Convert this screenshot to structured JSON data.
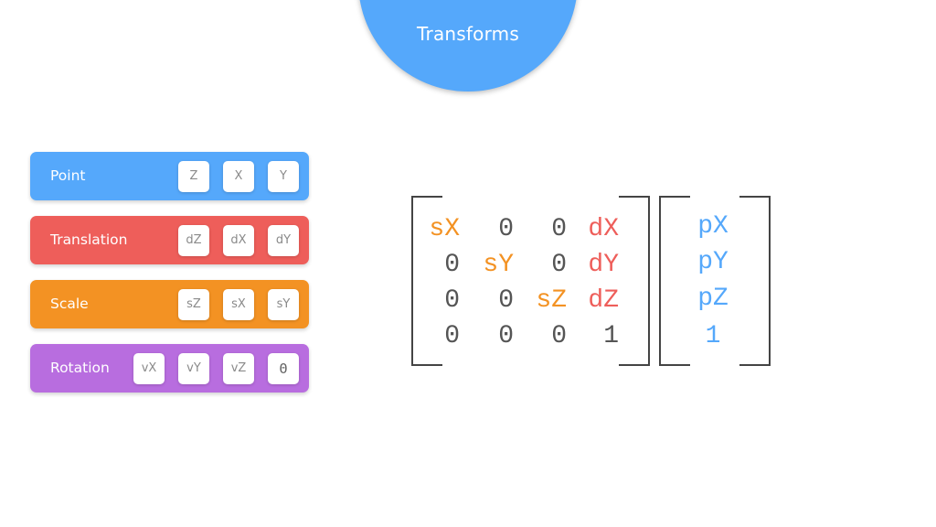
{
  "title": "Transforms",
  "colors": {
    "title_circle": "#55a8fb",
    "point": "#55a8fb",
    "translation": "#ee5e5a",
    "scale": "#f39223",
    "rotation": "#b86ddf",
    "diagonal": "#f39223",
    "translate_col": "#ee5e5a",
    "vector": "#55a8fb",
    "neutral": "#555555"
  },
  "bars": [
    {
      "label": "Point",
      "color": "#55a8fb",
      "chips": [
        "Z",
        "X",
        "Y"
      ]
    },
    {
      "label": "Translation",
      "color": "#ee5e5a",
      "chips": [
        "dZ",
        "dX",
        "dY"
      ]
    },
    {
      "label": "Scale",
      "color": "#f39223",
      "chips": [
        "sZ",
        "sX",
        "sY"
      ]
    },
    {
      "label": "Rotation",
      "color": "#b86ddf",
      "chips": [
        "vX",
        "vY",
        "vZ",
        "Θ"
      ]
    }
  ],
  "matrix": [
    [
      {
        "t": "sX",
        "role": "scale"
      },
      {
        "t": "0",
        "role": "zero"
      },
      {
        "t": "0",
        "role": "zero"
      },
      {
        "t": "dX",
        "role": "translate"
      }
    ],
    [
      {
        "t": "0",
        "role": "zero"
      },
      {
        "t": "sY",
        "role": "scale"
      },
      {
        "t": "0",
        "role": "zero"
      },
      {
        "t": "dY",
        "role": "translate"
      }
    ],
    [
      {
        "t": "0",
        "role": "zero"
      },
      {
        "t": "0",
        "role": "zero"
      },
      {
        "t": "sZ",
        "role": "scale"
      },
      {
        "t": "dZ",
        "role": "translate"
      }
    ],
    [
      {
        "t": "0",
        "role": "zero"
      },
      {
        "t": "0",
        "role": "zero"
      },
      {
        "t": "0",
        "role": "zero"
      },
      {
        "t": "1",
        "role": "zero"
      }
    ]
  ],
  "vector": [
    "pX",
    "pY",
    "pZ",
    "1"
  ]
}
